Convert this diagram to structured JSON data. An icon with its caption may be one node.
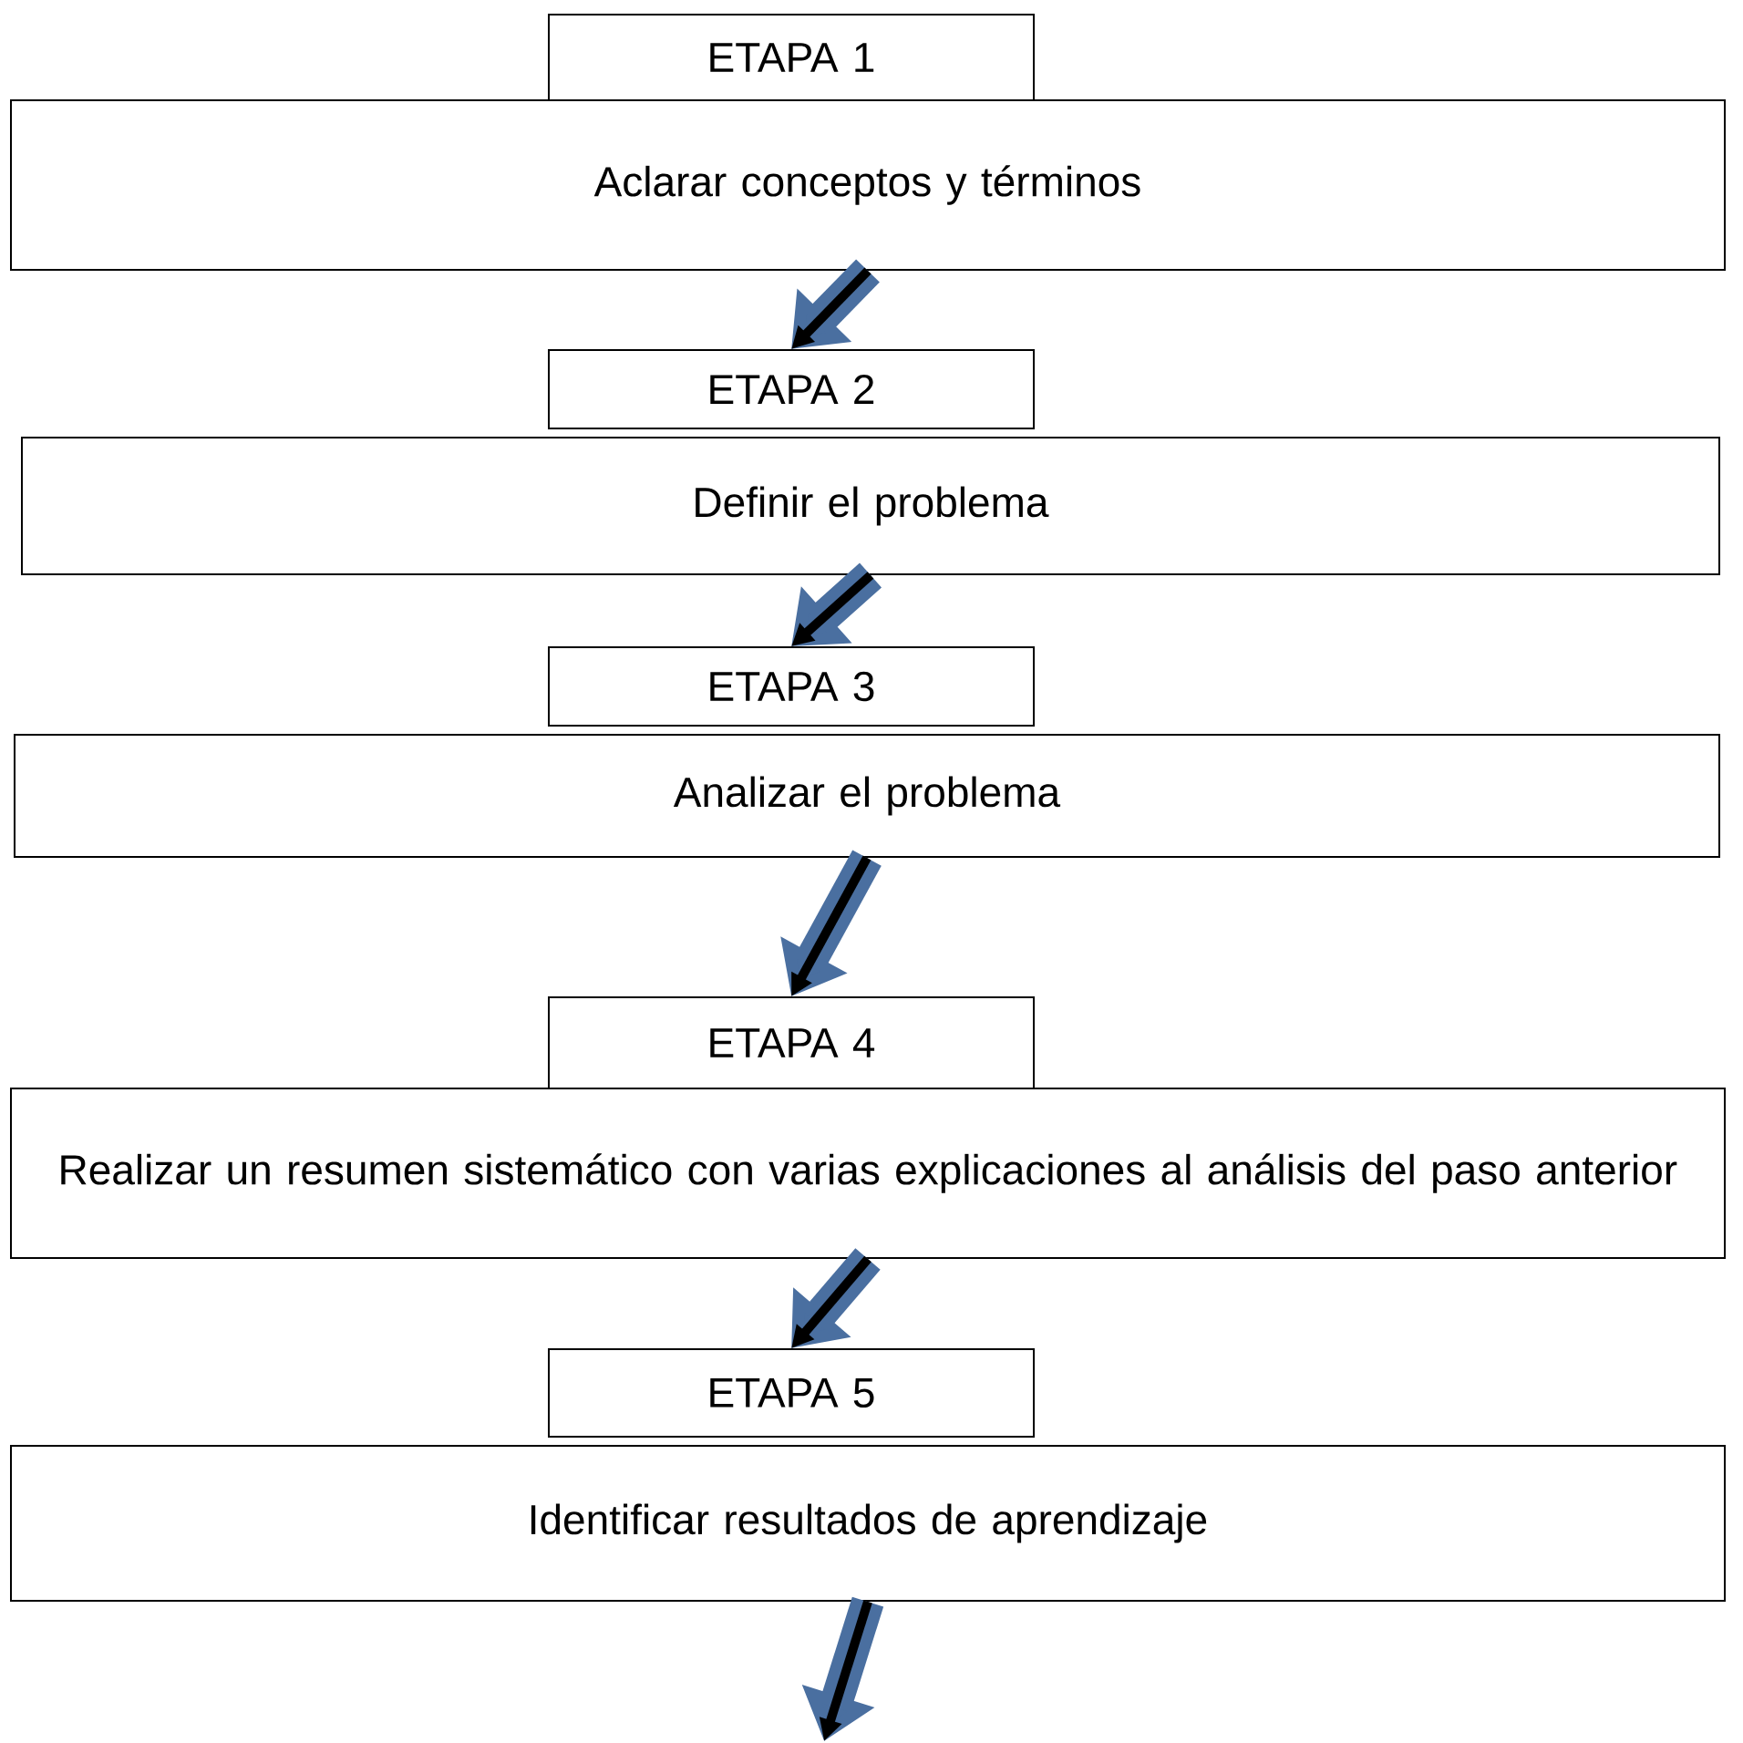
{
  "diagram": {
    "nodes": [
      {
        "text": [
          "ETAPA 1"
        ]
      },
      {
        "text": [
          "Aclarar conceptos y términos"
        ]
      },
      {
        "text": [
          "ETAPA 2"
        ]
      },
      {
        "text": [
          "Definir el problema"
        ]
      },
      {
        "text": [
          "ETAPA 3"
        ]
      },
      {
        "text": [
          "Analizar el problema"
        ]
      },
      {
        "text": [
          "ETAPA 4"
        ]
      },
      {
        "text": [
          "Realizar  un resumen sistemático con varias explicaciones al análisis del paso anterior"
        ]
      },
      {
        "text": [
          "ETAPA 5"
        ]
      },
      {
        "text": [
          "Identificar resultados de aprendizaje"
        ]
      }
    ],
    "edges": [
      {
        "from": 1,
        "to": 2,
        "arrow": "to"
      },
      {
        "from": 3,
        "to": 4,
        "arrow": "to"
      },
      {
        "from": 5,
        "to": 6,
        "arrow": "to"
      },
      {
        "from": 7,
        "to": 8,
        "arrow": "to"
      },
      {
        "from": 9,
        "to": null,
        "arrow": "to"
      }
    ]
  }
}
